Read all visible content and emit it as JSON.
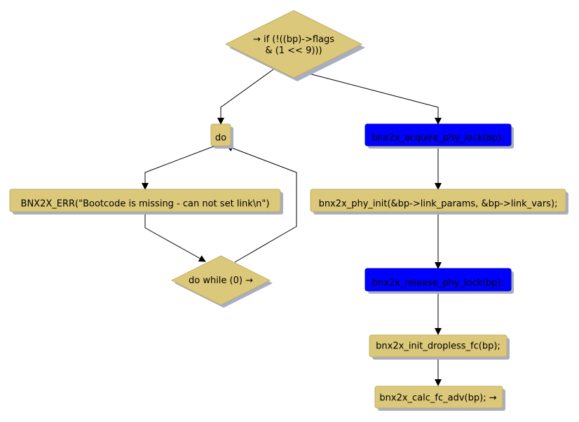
{
  "colors": {
    "node_fill": "#dcc87a",
    "node_stroke": "#c2ae62",
    "highlight_fill": "#0000ff",
    "highlight_stroke": "#0000c8",
    "shadow": "#a7aec1",
    "edge": "#000000",
    "text": "#000000"
  },
  "nodes": {
    "if_condition": {
      "line1": "→ if (!((bp)->flags",
      "line2": "& (1 << 9)))"
    },
    "do_start": "do",
    "bnx2x_err": "BNX2X_ERR(\"Bootcode is missing - can not set link\\n\")",
    "do_while": "do while (0) →",
    "acquire_lock": "bnx2x_acquire_phy_lock(bp);",
    "phy_init": "bnx2x_phy_init(&bp->link_params, &bp->link_vars);",
    "release_lock": "bnx2x_release_phy_lock(bp);",
    "init_dropless": "bnx2x_init_dropless_fc(bp);",
    "calc_fc_adv": "bnx2x_calc_fc_adv(bp); →"
  }
}
